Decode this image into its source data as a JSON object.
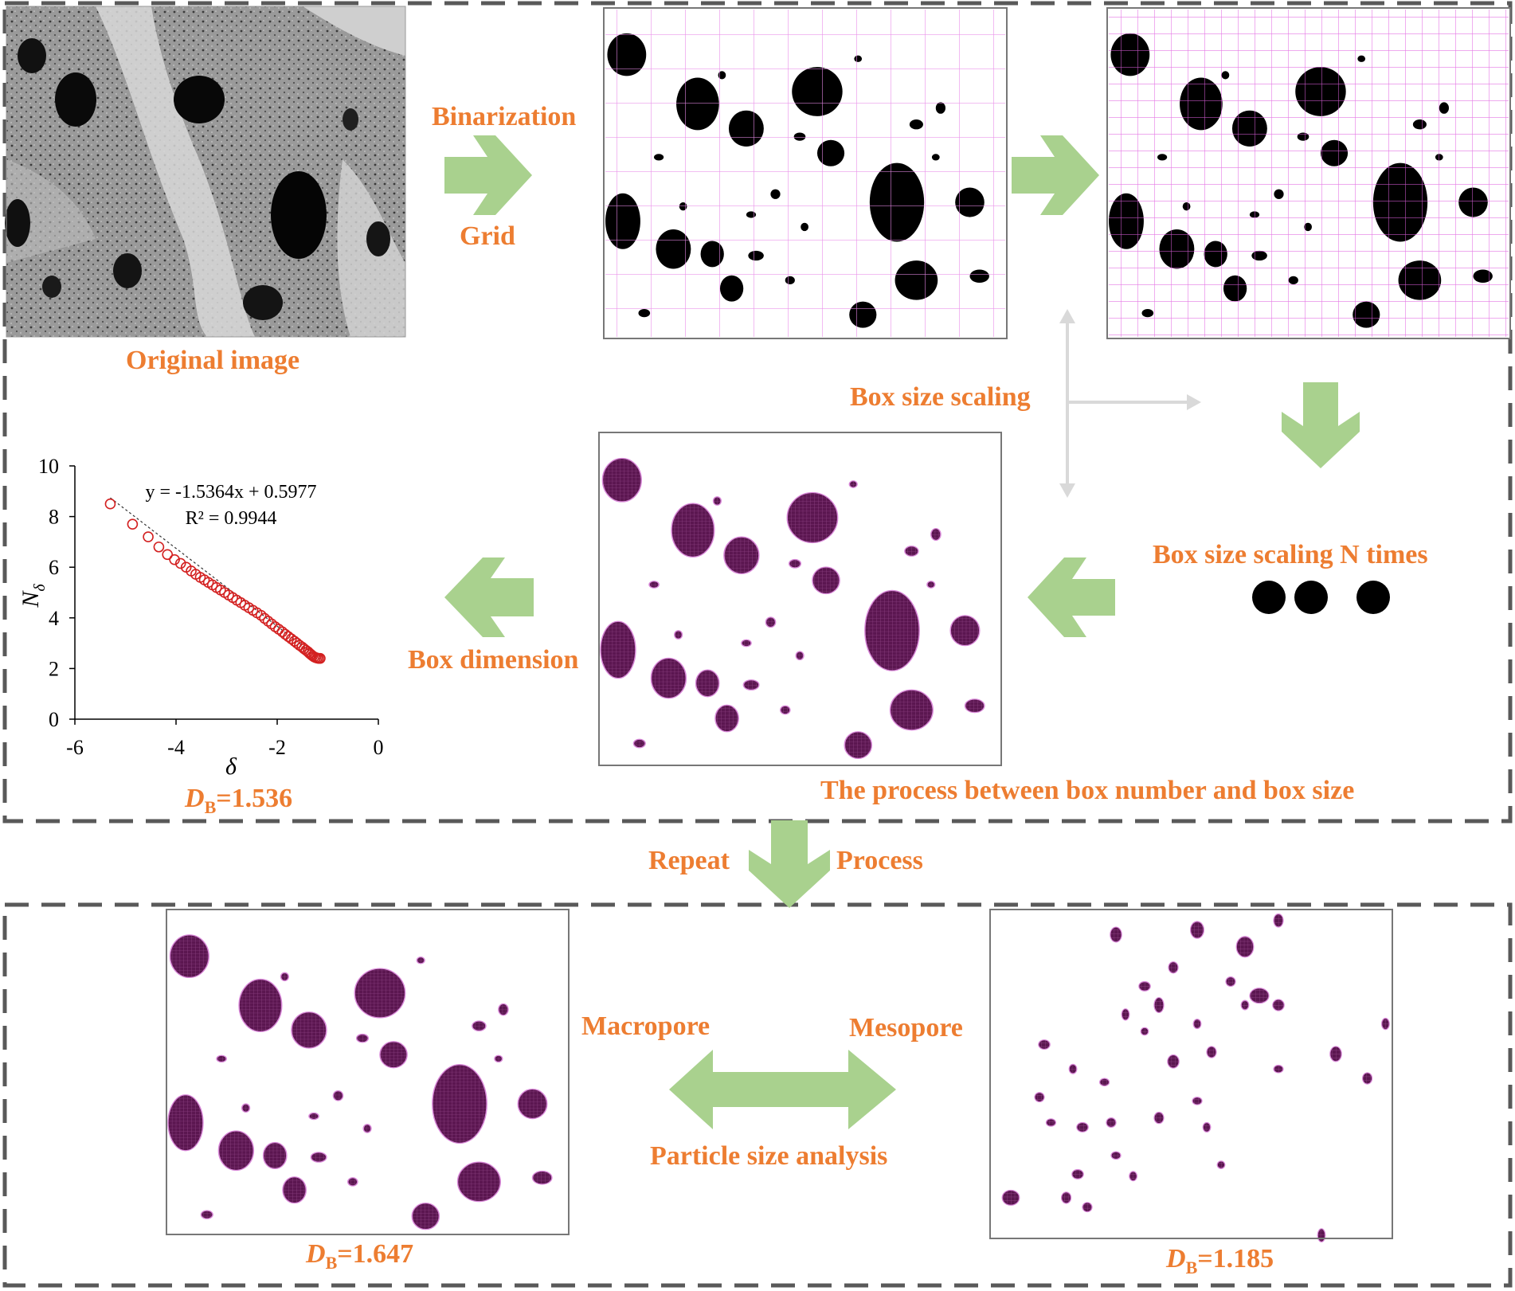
{
  "colors": {
    "label": "#ED7D31",
    "arrow": "#A9D18E",
    "grey_arrow": "#D9D9D9",
    "grid": "#E040E0",
    "pore": "#5B1650",
    "frame": "#595959"
  },
  "labels": {
    "original_image": "Original image",
    "binarization": "Binarization",
    "grid": "Grid",
    "box_size_scaling": "Box size scaling",
    "box_size_scaling_n": "Box size scaling N times",
    "box_dimension": "Box dimension",
    "process_caption": "The process between box number and box size",
    "repeat": "Repeat",
    "process": "Process",
    "macropore": "Macropore",
    "mesopore": "Mesopore",
    "particle_size_analysis": "Particle size analysis"
  },
  "db_results": {
    "symbol": "D",
    "subscript": "B",
    "main": "=1.536",
    "macropore": "=1.647",
    "mesopore": "=1.185"
  },
  "chart_data": {
    "type": "scatter",
    "xlabel": "δ",
    "ylabel": "N",
    "ylabel_sub": "δ",
    "xlim": [
      -6,
      0
    ],
    "ylim": [
      0,
      10
    ],
    "xticks": [
      "-6",
      "-4",
      "-2",
      "0"
    ],
    "yticks": [
      "0",
      "2",
      "4",
      "6",
      "8",
      "10"
    ],
    "equation": "y = -1.5364x + 0.5977",
    "r_squared": "R² = 0.9944",
    "trend": {
      "slope": -1.5364,
      "intercept": 0.5977
    },
    "x": [
      -5.3,
      -4.86,
      -4.55,
      -4.34,
      -4.17,
      -4.03,
      -3.91,
      -3.8,
      -3.7,
      -3.61,
      -3.52,
      -3.44,
      -3.36,
      -3.28,
      -3.2,
      -3.12,
      -3.04,
      -2.96,
      -2.88,
      -2.8,
      -2.72,
      -2.64,
      -2.56,
      -2.48,
      -2.4,
      -2.32,
      -2.25,
      -2.18,
      -2.11,
      -2.04,
      -1.97,
      -1.9,
      -1.84,
      -1.78,
      -1.72,
      -1.66,
      -1.61,
      -1.56,
      -1.51,
      -1.47,
      -1.43,
      -1.39,
      -1.36,
      -1.33,
      -1.3,
      -1.27,
      -1.24,
      -1.21,
      -1.18,
      -1.15
    ],
    "y": [
      8.5,
      7.7,
      7.2,
      6.8,
      6.5,
      6.3,
      6.15,
      6.0,
      5.85,
      5.72,
      5.6,
      5.5,
      5.4,
      5.3,
      5.2,
      5.1,
      5.0,
      4.9,
      4.8,
      4.7,
      4.6,
      4.5,
      4.4,
      4.3,
      4.2,
      4.1,
      3.98,
      3.87,
      3.76,
      3.65,
      3.55,
      3.45,
      3.35,
      3.26,
      3.17,
      3.08,
      3.0,
      2.92,
      2.85,
      2.78,
      2.72,
      2.66,
      2.6,
      2.55,
      2.5,
      2.46,
      2.43,
      2.41,
      2.4,
      2.4
    ]
  }
}
